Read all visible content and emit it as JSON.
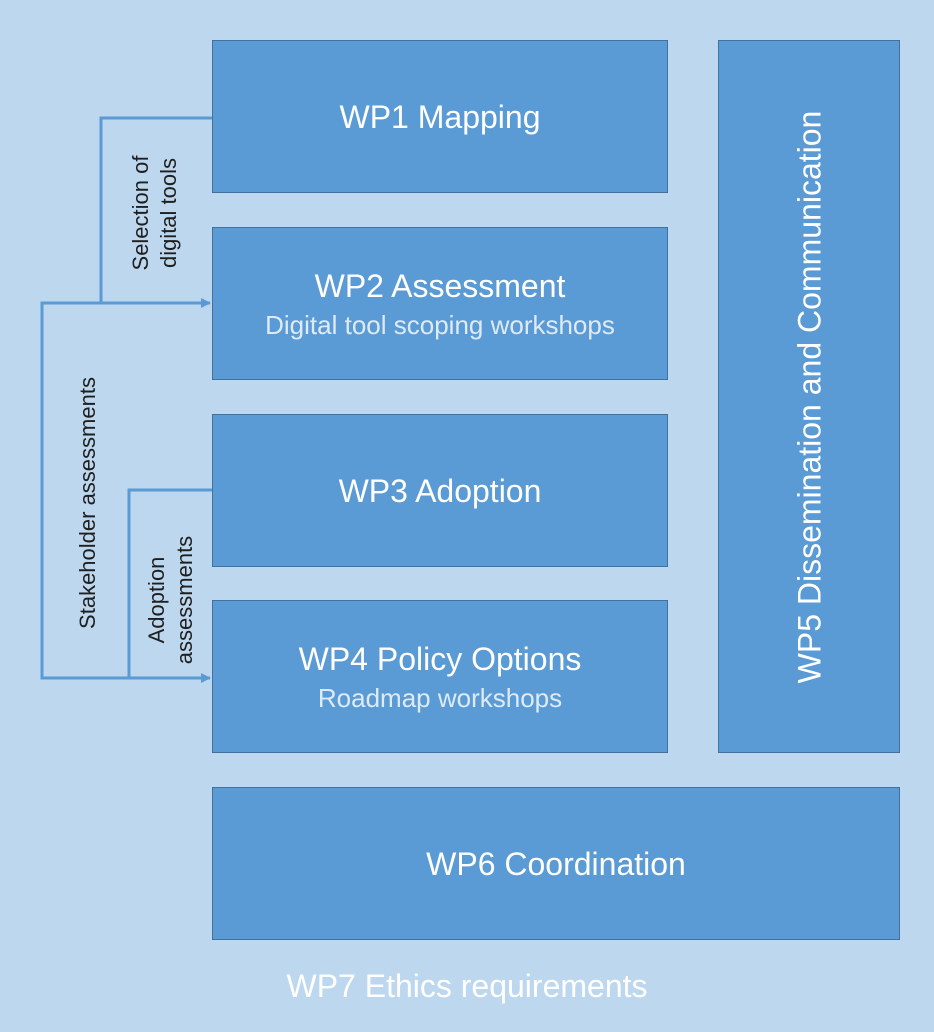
{
  "work_packages": {
    "wp1": {
      "title": "WP1 Mapping"
    },
    "wp2": {
      "title": "WP2 Assessment",
      "subtitle": "Digital tool scoping workshops"
    },
    "wp3": {
      "title": "WP3 Adoption"
    },
    "wp4": {
      "title": "WP4 Policy Options",
      "subtitle": "Roadmap workshops"
    },
    "wp5": {
      "title": "WP5 Dissemination and Communication"
    },
    "wp6": {
      "title": "WP6 Coordination"
    },
    "wp7": {
      "title": "WP7 Ethics requirements"
    }
  },
  "connectors": {
    "selection": {
      "line1": "Selection of",
      "line2": "digital tools"
    },
    "stakeholder": {
      "label": "Stakeholder assessments"
    },
    "adoption": {
      "line1": "Adoption",
      "line2": "assessments"
    }
  },
  "colors": {
    "background": "#bdd7ee",
    "box_fill": "#5b9bd5",
    "box_border": "#41719c",
    "connector": "#5b9bd5",
    "box_text": "#ffffff",
    "subtitle_text": "#deebf7",
    "label_text": "#1f1f1f"
  }
}
